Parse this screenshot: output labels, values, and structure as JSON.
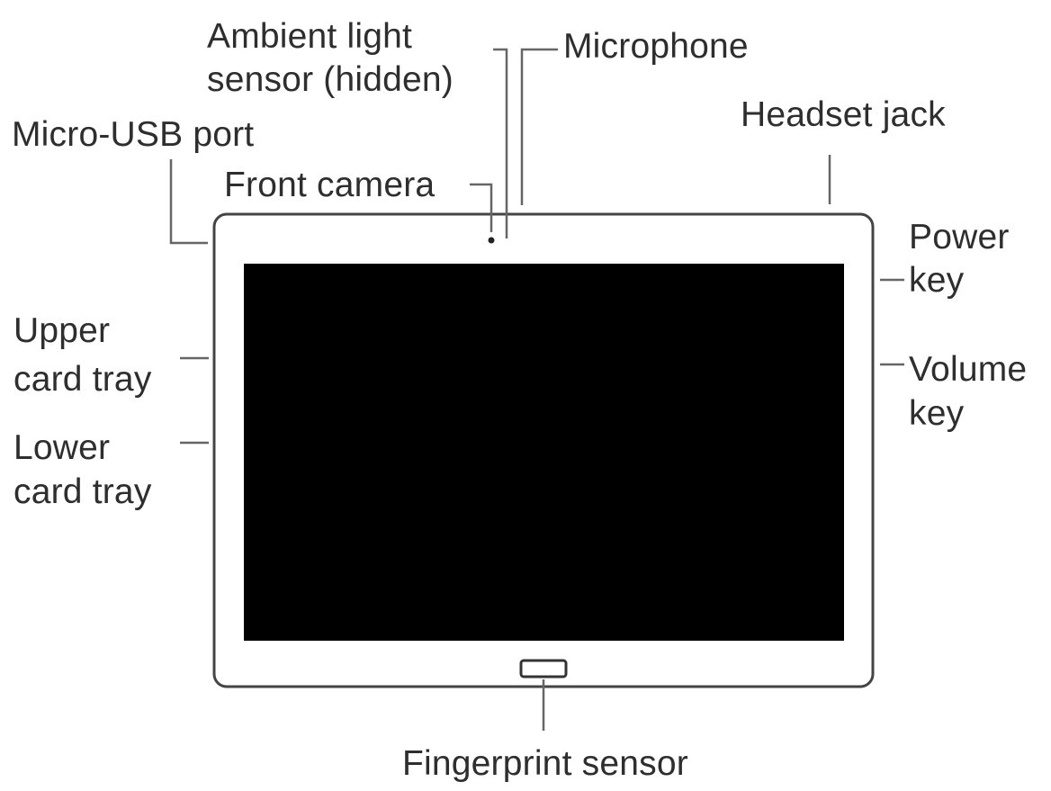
{
  "diagram": {
    "labels": {
      "ambient_light_line1": "Ambient light",
      "ambient_light_line2": "sensor (hidden)",
      "microphone": "Microphone",
      "headset_jack": "Headset jack",
      "micro_usb": "Micro-USB port",
      "front_camera": "Front camera",
      "power_key_line1": "Power",
      "power_key_line2": "key",
      "volume_key_line1": "Volume",
      "volume_key_line2": "key",
      "upper_tray_line1": "Upper",
      "upper_tray_line2": "card tray",
      "lower_tray_line1": "Lower",
      "lower_tray_line2": "card tray",
      "fingerprint": "Fingerprint sensor"
    },
    "colors": {
      "outline": "#444444",
      "screen": "#000000",
      "text": "#2e2e2e"
    }
  }
}
